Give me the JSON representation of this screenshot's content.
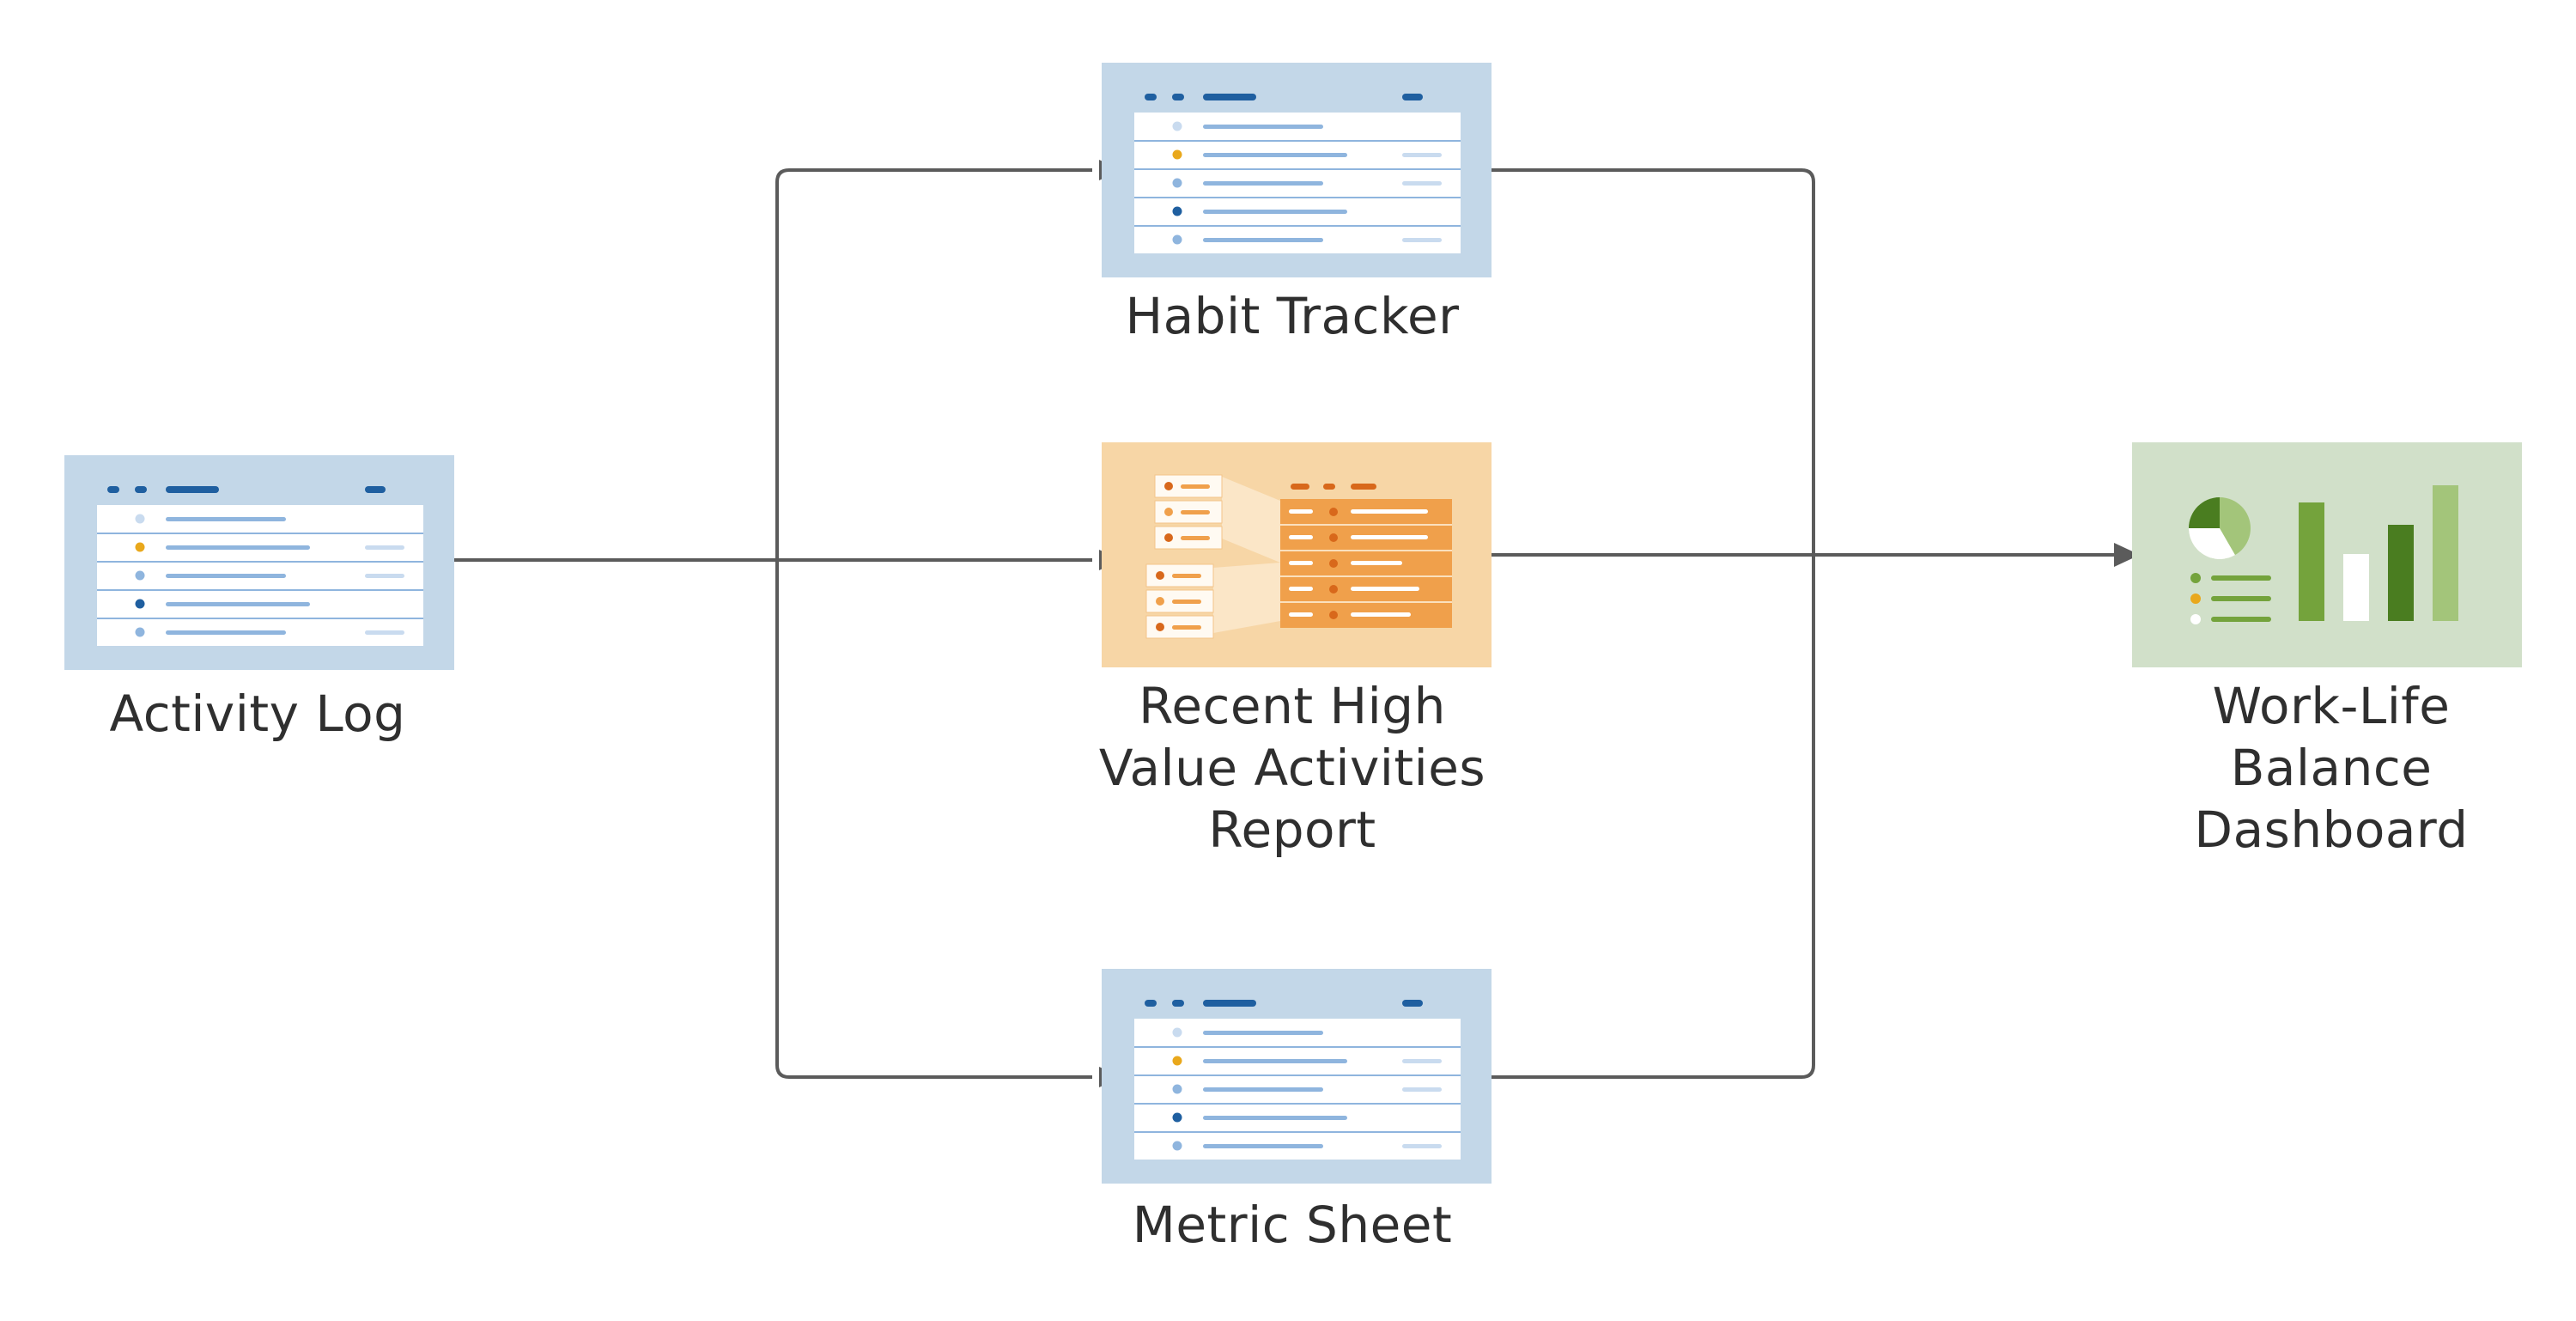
{
  "colors": {
    "blue_panel": "#c3d7e8",
    "blue_dark": "#1f5fa0",
    "blue_line": "#8fb5de",
    "blue_faint": "#c9dbef",
    "yellow_dot": "#e9a81c",
    "orange_panel": "#f7d6a6",
    "orange_dark": "#f0a04b",
    "orange_accent": "#d8681b",
    "green_panel": "#d1e0c9",
    "green_dark": "#4a7d20",
    "green_mid": "#74a33c",
    "green_light": "#a3c57a",
    "arrow": "#5b5b5b"
  },
  "nodes": {
    "activity_log": {
      "label": [
        "Activity Log"
      ],
      "icon": "table-sheet-icon"
    },
    "habit_tracker": {
      "label": [
        "Habit Tracker"
      ],
      "icon": "table-sheet-icon"
    },
    "high_value_report": {
      "label": [
        "Recent High",
        "Value Activities",
        "Report"
      ],
      "icon": "report-merge-icon"
    },
    "metric_sheet": {
      "label": [
        "Metric Sheet"
      ],
      "icon": "table-sheet-icon"
    },
    "dashboard": {
      "label": [
        "Work-Life",
        "Balance",
        "Dashboard"
      ],
      "icon": "dashboard-chart-icon"
    }
  },
  "edges": [
    {
      "from": "activity_log",
      "to": "habit_tracker"
    },
    {
      "from": "activity_log",
      "to": "high_value_report"
    },
    {
      "from": "activity_log",
      "to": "metric_sheet"
    },
    {
      "from": "habit_tracker",
      "to": "dashboard"
    },
    {
      "from": "high_value_report",
      "to": "dashboard"
    },
    {
      "from": "metric_sheet",
      "to": "dashboard"
    }
  ]
}
